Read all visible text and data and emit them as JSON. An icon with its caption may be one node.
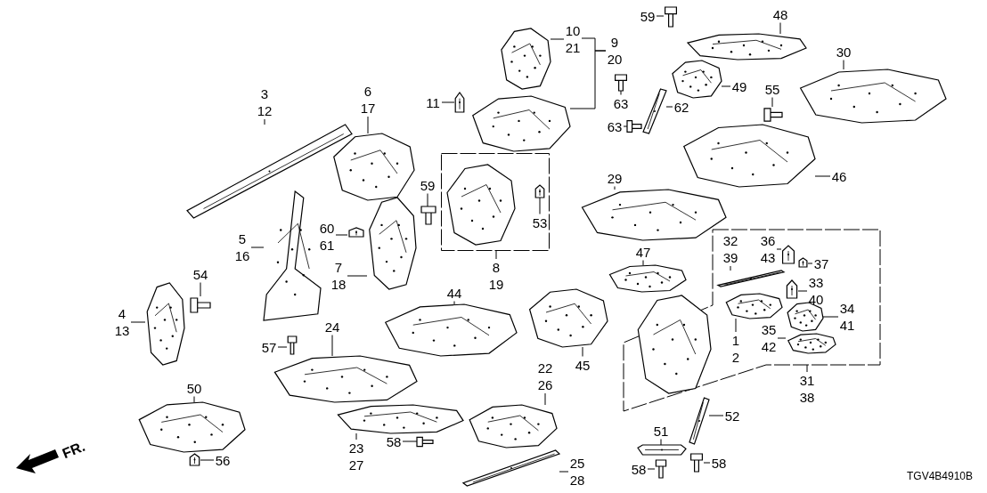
{
  "diagram": {
    "nodes": [
      {
        "text": [
          "3",
          "12"
        ]
      },
      {
        "text": [],
        "shape": "picture"
      },
      {
        "text": [
          "6",
          "17"
        ]
      },
      {
        "text": [],
        "shape": "picture"
      },
      {
        "text": [
          "10",
          "21"
        ]
      },
      {
        "text": [],
        "shape": "picture"
      },
      {
        "text": [
          "9",
          "20"
        ]
      },
      {
        "text": [],
        "shape": "picture"
      },
      {
        "text": [
          "11"
        ]
      },
      {
        "text": [],
        "shape": "picture"
      },
      {
        "text": [
          "59"
        ]
      },
      {
        "text": [],
        "shape": "picture"
      },
      {
        "text": [],
        "shape": "box"
      },
      {
        "text": [],
        "shape": "picture",
        "in": 12
      },
      {
        "text": [
          "53"
        ],
        "in": 12
      },
      {
        "text": [],
        "shape": "picture",
        "in": 12
      },
      {
        "text": [
          "8",
          "19"
        ]
      },
      {
        "text": [
          "60",
          "61"
        ]
      },
      {
        "text": [],
        "shape": "picture"
      },
      {
        "text": [
          "7",
          "18"
        ]
      },
      {
        "text": [],
        "shape": "picture"
      },
      {
        "text": [
          "5",
          "16"
        ]
      },
      {
        "text": [],
        "shape": "picture"
      },
      {
        "text": [
          "54"
        ]
      },
      {
        "text": [],
        "shape": "picture"
      },
      {
        "text": [
          "4",
          "13"
        ]
      },
      {
        "text": [],
        "shape": "picture"
      },
      {
        "text": [
          "24"
        ]
      },
      {
        "text": [],
        "shape": "picture"
      },
      {
        "text": [
          "57"
        ]
      },
      {
        "text": [],
        "shape": "picture"
      },
      {
        "text": [
          "44"
        ]
      },
      {
        "text": [],
        "shape": "picture"
      },
      {
        "text": [
          "50"
        ]
      },
      {
        "text": [],
        "shape": "picture"
      },
      {
        "text": [
          "56"
        ]
      },
      {
        "text": [],
        "shape": "picture"
      },
      {
        "text": [
          "23",
          "27"
        ]
      },
      {
        "text": [],
        "shape": "picture"
      },
      {
        "text": [
          "58"
        ]
      },
      {
        "text": [],
        "shape": "picture"
      },
      {
        "text": [
          "22",
          "26"
        ]
      },
      {
        "text": [],
        "shape": "picture"
      },
      {
        "text": [
          "25",
          "28"
        ]
      },
      {
        "text": [],
        "shape": "picture"
      },
      {
        "text": [
          "45"
        ]
      },
      {
        "text": [],
        "shape": "picture"
      },
      {
        "text": [
          "47"
        ]
      },
      {
        "text": [],
        "shape": "picture"
      },
      {
        "text": [
          "29"
        ]
      },
      {
        "text": [],
        "shape": "picture"
      },
      {
        "text": [
          "59"
        ]
      },
      {
        "text": [],
        "shape": "picture"
      },
      {
        "text": [
          "48"
        ]
      },
      {
        "text": [],
        "shape": "picture"
      },
      {
        "text": [
          "49"
        ]
      },
      {
        "text": [],
        "shape": "picture"
      },
      {
        "text": [
          "63"
        ]
      },
      {
        "text": [],
        "shape": "picture"
      },
      {
        "text": [
          "63"
        ]
      },
      {
        "text": [],
        "shape": "picture"
      },
      {
        "text": [
          "62"
        ]
      },
      {
        "text": [],
        "shape": "picture"
      },
      {
        "text": [
          "30"
        ]
      },
      {
        "text": [],
        "shape": "picture"
      },
      {
        "text": [
          "55"
        ]
      },
      {
        "text": [],
        "shape": "picture"
      },
      {
        "text": [
          "46"
        ]
      },
      {
        "text": [],
        "shape": "picture"
      },
      {
        "text": [],
        "shape": "box"
      },
      {
        "text": [
          "32",
          "39"
        ],
        "in": 69
      },
      {
        "text": [],
        "shape": "picture",
        "in": 69
      },
      {
        "text": [
          "36",
          "43"
        ],
        "in": 69
      },
      {
        "text": [],
        "shape": "picture",
        "in": 69
      },
      {
        "text": [
          "37"
        ],
        "in": 69
      },
      {
        "text": [],
        "shape": "picture",
        "in": 69
      },
      {
        "text": [
          "33",
          "40"
        ],
        "in": 69
      },
      {
        "text": [],
        "shape": "picture",
        "in": 69
      },
      {
        "text": [
          "1",
          "2"
        ],
        "in": 69
      },
      {
        "text": [],
        "shape": "picture",
        "in": 69
      },
      {
        "text": [
          "34",
          "41"
        ],
        "in": 69
      },
      {
        "text": [],
        "shape": "picture",
        "in": 69
      },
      {
        "text": [
          "35",
          "42"
        ],
        "in": 69
      },
      {
        "text": [],
        "shape": "picture",
        "in": 69
      },
      {
        "text": [],
        "shape": "picture",
        "in": 69
      },
      {
        "text": [
          "31",
          "38"
        ]
      },
      {
        "text": [
          "51"
        ]
      },
      {
        "text": [],
        "shape": "picture"
      },
      {
        "text": [
          "52"
        ]
      },
      {
        "text": [],
        "shape": "picture"
      },
      {
        "text": [
          "58"
        ]
      },
      {
        "text": [],
        "shape": "picture"
      },
      {
        "text": [
          "58"
        ]
      },
      {
        "text": [],
        "shape": "picture"
      }
    ],
    "edges": [
      {
        "from": 0,
        "to": 1,
        "arrow": "none"
      },
      {
        "from": 2,
        "to": 3,
        "arrow": "none"
      },
      {
        "from": 4,
        "to": 5,
        "arrow": "none"
      },
      {
        "from": 6,
        "to": 4,
        "arrow": "none"
      },
      {
        "from": 6,
        "to": 7,
        "arrow": "none"
      },
      {
        "from": 8,
        "to": 9,
        "arrow": "none"
      },
      {
        "from": 10,
        "to": 11,
        "arrow": "none"
      },
      {
        "from": 14,
        "to": 15,
        "arrow": "none"
      },
      {
        "from": 16,
        "to": 12,
        "arrow": "none"
      },
      {
        "from": 17,
        "to": 18,
        "arrow": "none"
      },
      {
        "from": 19,
        "to": 20,
        "arrow": "none"
      },
      {
        "from": 21,
        "to": 22,
        "arrow": "none"
      },
      {
        "from": 23,
        "to": 24,
        "arrow": "none"
      },
      {
        "from": 25,
        "to": 26,
        "arrow": "none"
      },
      {
        "from": 27,
        "to": 28,
        "arrow": "none"
      },
      {
        "from": 29,
        "to": 30,
        "arrow": "none"
      },
      {
        "from": 31,
        "to": 32,
        "arrow": "none"
      },
      {
        "from": 33,
        "to": 34,
        "arrow": "none"
      },
      {
        "from": 35,
        "to": 36,
        "arrow": "none"
      },
      {
        "from": 37,
        "to": 38,
        "arrow": "none"
      },
      {
        "from": 39,
        "to": 40,
        "arrow": "none"
      },
      {
        "from": 41,
        "to": 42,
        "arrow": "none"
      },
      {
        "from": 43,
        "to": 44,
        "arrow": "none"
      },
      {
        "from": 45,
        "to": 46,
        "arrow": "none"
      },
      {
        "from": 47,
        "to": 48,
        "arrow": "none"
      },
      {
        "from": 49,
        "to": 50,
        "arrow": "none"
      },
      {
        "from": 51,
        "to": 52,
        "arrow": "none"
      },
      {
        "from": 53,
        "to": 54,
        "arrow": "none"
      },
      {
        "from": 55,
        "to": 56,
        "arrow": "none"
      },
      {
        "from": 57,
        "to": 58,
        "arrow": "none"
      },
      {
        "from": 59,
        "to": 60,
        "arrow": "none"
      },
      {
        "from": 61,
        "to": 62,
        "arrow": "none"
      },
      {
        "from": 63,
        "to": 64,
        "arrow": "none"
      },
      {
        "from": 65,
        "to": 66,
        "arrow": "none"
      },
      {
        "from": 67,
        "to": 68,
        "arrow": "none"
      },
      {
        "from": 70,
        "to": 71,
        "arrow": "none"
      },
      {
        "from": 72,
        "to": 73,
        "arrow": "none"
      },
      {
        "from": 74,
        "to": 75,
        "arrow": "none"
      },
      {
        "from": 76,
        "to": 77,
        "arrow": "none"
      },
      {
        "from": 78,
        "to": 79,
        "arrow": "none"
      },
      {
        "from": 80,
        "to": 81,
        "arrow": "none"
      },
      {
        "from": 82,
        "to": 83,
        "arrow": "none"
      },
      {
        "from": 85,
        "to": 69,
        "arrow": "none"
      },
      {
        "from": 86,
        "to": 87,
        "arrow": "none"
      },
      {
        "from": 88,
        "to": 89,
        "arrow": "none"
      },
      {
        "from": 90,
        "to": 91,
        "arrow": "none"
      },
      {
        "from": 92,
        "to": 93,
        "arrow": "none"
      }
    ],
    "labels": [
      "FR.",
      "TGV4B4910B"
    ]
  }
}
